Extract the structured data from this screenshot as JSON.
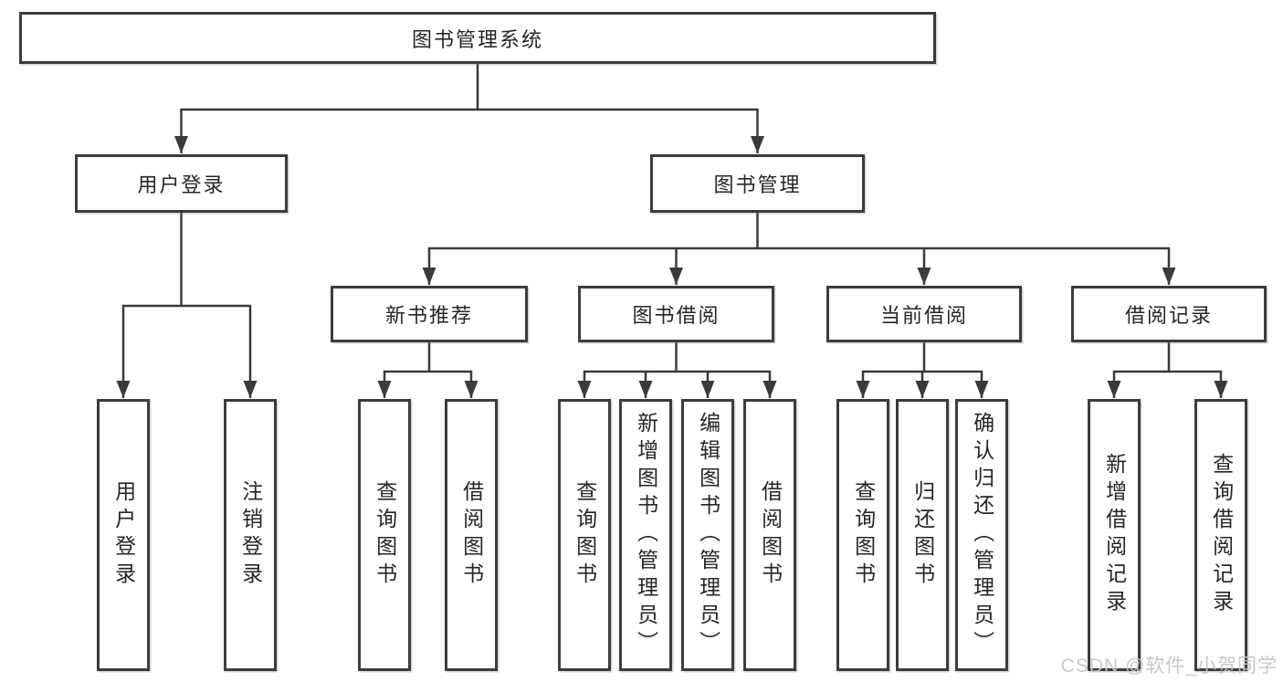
{
  "diagram_type": "hierarchy-tree",
  "colors": {
    "line": "#3a3a3a",
    "box_border": "#3c3c3c",
    "text": "#262626",
    "watermark": "#c5c5c5",
    "background": "#ffffff"
  },
  "nodes": {
    "root": "图书管理系统",
    "l2": [
      "用户登录",
      "图书管理"
    ],
    "l3": [
      "新书推荐",
      "图书借阅",
      "当前借阅",
      "借阅记录"
    ],
    "leaves": [
      "用户登录",
      "注销登录",
      "查询图书",
      "借阅图书",
      "查询图书",
      "新增图书（管理员）",
      "编辑图书（管理员）",
      "借阅图书",
      "查询图书",
      "归还图书",
      "确认归还（管理员）",
      "新增借阅记录",
      "查询借阅记录"
    ]
  },
  "hierarchy": {
    "图书管理系统": [
      "用户登录",
      "图书管理"
    ],
    "用户登录": [
      "用户登录",
      "注销登录"
    ],
    "图书管理": [
      "新书推荐",
      "图书借阅",
      "当前借阅",
      "借阅记录"
    ],
    "新书推荐": [
      "查询图书",
      "借阅图书"
    ],
    "图书借阅": [
      "查询图书",
      "新增图书（管理员）",
      "编辑图书（管理员）",
      "借阅图书"
    ],
    "当前借阅": [
      "查询图书",
      "归还图书",
      "确认归还（管理员）"
    ],
    "借阅记录": [
      "新增借阅记录",
      "查询借阅记录"
    ]
  },
  "watermark": "CSDN @软件_小贺同学"
}
